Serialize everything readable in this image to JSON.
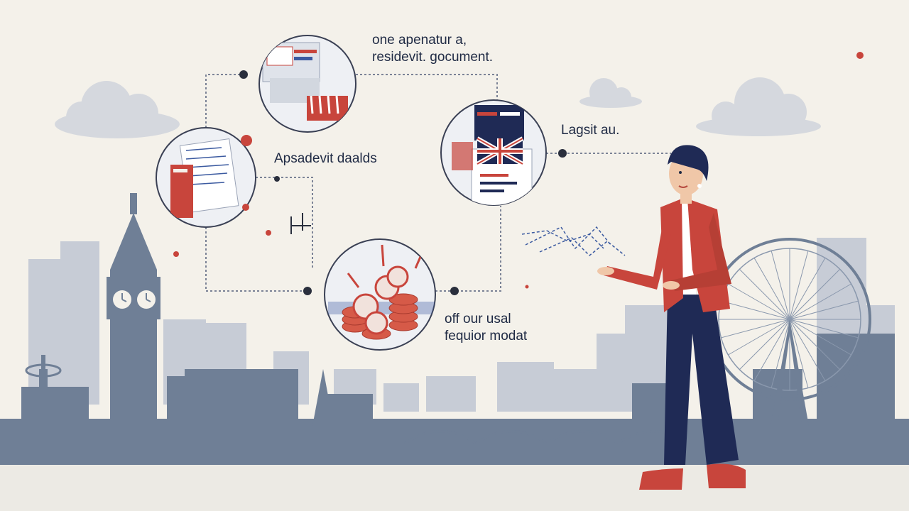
{
  "labels": {
    "top": {
      "line1": "one apenatur a,",
      "line2": "residevit. gocument."
    },
    "left": {
      "text": "Apsadevit daalds"
    },
    "right": {
      "text": "Lagsit au."
    },
    "bottom": {
      "line1": "off our usal",
      "line2": "fequior modat"
    }
  },
  "nodes": [
    {
      "name": "documents-node",
      "icon": "document-stack-icon"
    },
    {
      "name": "printer-node",
      "icon": "printer-documents-icon"
    },
    {
      "name": "uk-passport-node",
      "icon": "uk-flag-passport-icon"
    },
    {
      "name": "coins-node",
      "icon": "coin-stack-icon"
    }
  ],
  "colors": {
    "background": "#f4f1ea",
    "skyline": "#6f7f96",
    "skyline_light": "#c7ccd6",
    "accent_red": "#c8453c",
    "navy": "#1f2a55",
    "connector": "#7b8396"
  }
}
